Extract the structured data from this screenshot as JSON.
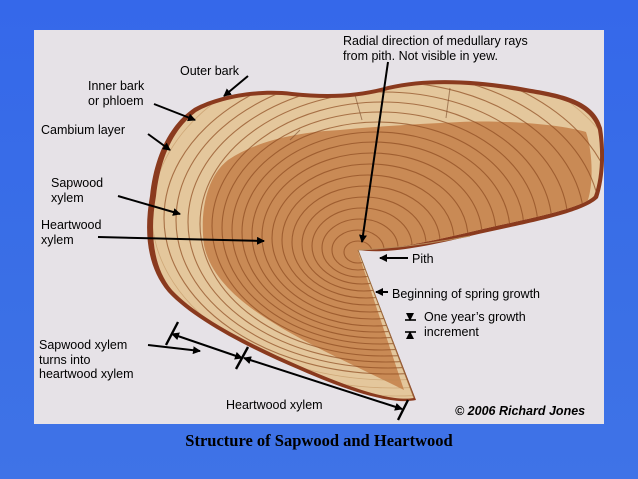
{
  "labels": {
    "radial_line1": "Radial direction of medullary rays",
    "radial_line2": "from pith. Not visible in yew.",
    "outer_bark": "Outer bark",
    "inner_bark_line1": "Inner bark",
    "inner_bark_line2": "or phloem",
    "cambium": "Cambium layer",
    "sapwood_line1": "Sapwood",
    "sapwood_line2": "xylem",
    "heartwood_line1": "Heartwood",
    "heartwood_line2": "xylem",
    "pith": "Pith",
    "spring_growth": "Beginning of spring growth",
    "increment_line1": "One year’s growth",
    "increment_line2": "increment",
    "transition_line1": "Sapwood xylem",
    "transition_line2": "turns into",
    "transition_line3": "heartwood xylem",
    "heartwood_bottom": "Heartwood xylem"
  },
  "copyright": "© 2006 Richard Jones",
  "caption": "Structure of Sapwood and Heartwood",
  "colors": {
    "background": "#3a6fe6",
    "photo_background": "#e6e2e7",
    "bark": "#8a3a1e",
    "sapwood": "#e4c79c",
    "heartwood": "#c98a55",
    "ring_line": "#8e4c22",
    "annotation": "#000000"
  }
}
